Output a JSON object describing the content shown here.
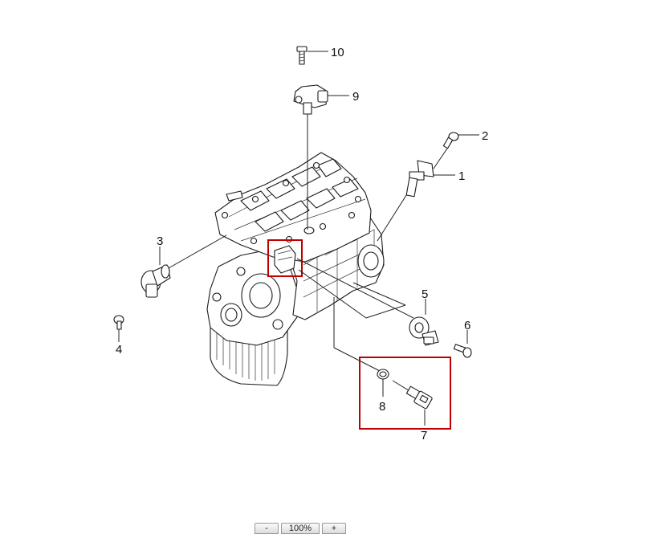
{
  "callouts": {
    "c1": "1",
    "c2": "2",
    "c3": "3",
    "c4": "4",
    "c5": "5",
    "c6": "6",
    "c7": "7",
    "c8": "8",
    "c9": "9",
    "c10": "10"
  },
  "toolbar": {
    "zoom_out": "-",
    "zoom_level": "100%",
    "zoom_in": "+"
  },
  "colors": {
    "highlight": "#c00000",
    "line": "#1a1a1a"
  }
}
